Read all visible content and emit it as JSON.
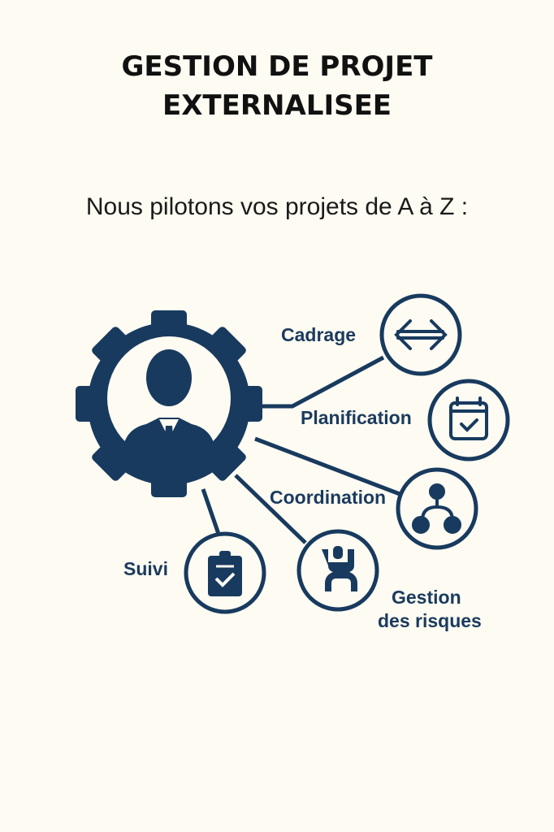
{
  "title": {
    "line1": "GESTION DE PROJET",
    "line2": "EXTERNALISEE"
  },
  "subtitle": "Nous pilotons vos projets de A à Z :",
  "colors": {
    "primary": "#183a5e",
    "background": "#fdfbf2"
  },
  "diagram": {
    "center_icon": "gear-with-businessman-icon",
    "nodes": [
      {
        "label": "Cadrage",
        "icon": "double-arrow-icon"
      },
      {
        "label": "Planification",
        "icon": "calendar-check-icon"
      },
      {
        "label": "Coordination",
        "icon": "hierarchy-nodes-icon"
      },
      {
        "label_line1": "Gestion",
        "label_line2": "des risques",
        "icon": "figure-icon"
      },
      {
        "label": "Suivi",
        "icon": "clipboard-check-icon"
      }
    ]
  }
}
